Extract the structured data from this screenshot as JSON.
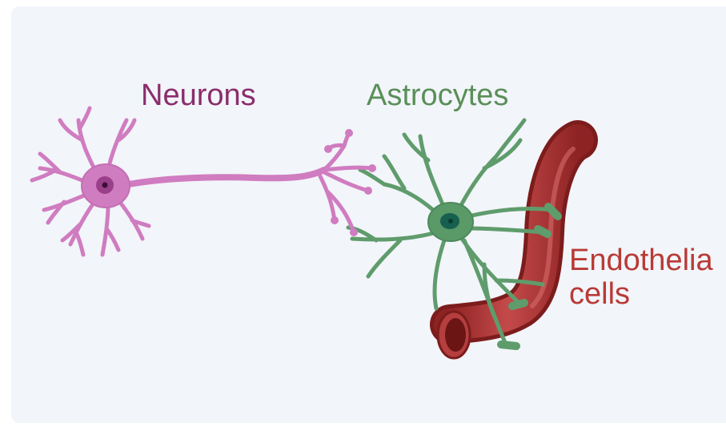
{
  "labels": {
    "neurons": "Neurons",
    "astrocytes": "Astrocytes",
    "endothelial": "Endothelia cells"
  },
  "colors": {
    "panel_background": "#f2f5fa",
    "neuron": "#d07cc0",
    "neuron_label": "#8b2d6c",
    "astrocyte": "#5a9968",
    "astrocyte_label": "#5a8f58",
    "vessel": "#a93333",
    "endothelial_label": "#b93a36"
  }
}
